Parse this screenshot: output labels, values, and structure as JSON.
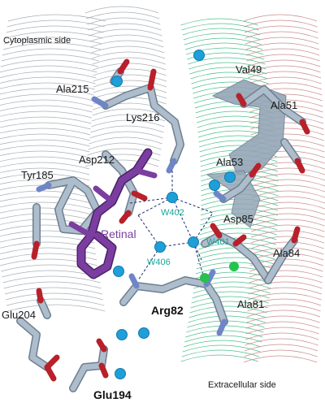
{
  "figure": {
    "side_labels": {
      "cytoplasmic": "Cytoplasmic side",
      "extracellular": "Extracellular side"
    },
    "residues": {
      "ala215": "Ala215",
      "lys216": "Lys216",
      "asp212": "Asp212",
      "tyr185": "Tyr185",
      "glu204": "Glu204",
      "glu194": "Glu194",
      "arg82": "Arg82",
      "val49": "Val49",
      "ala51": "Ala51",
      "ala53": "Ala53",
      "asp85": "Asp85",
      "ala84": "Ala84",
      "ala81": "Ala81"
    },
    "waters": {
      "w402": "W402",
      "w401": "W401",
      "w406": "W406"
    },
    "retinal": "Retinal",
    "colors": {
      "carbon": "#aebdcc",
      "oxygen": "#b8202a",
      "nitrogen": "#6f86c6",
      "water": "#1f9fd8",
      "water_label": "#1aa59a",
      "retinal": "#7b3ea0",
      "ribbon_grey": "#9aa2aa",
      "ribbon_green": "#2fb57a",
      "ribbon_red": "#c07a7a",
      "helix_cartoon": "#94a6b6",
      "hbond": "#1b2a6b"
    }
  }
}
